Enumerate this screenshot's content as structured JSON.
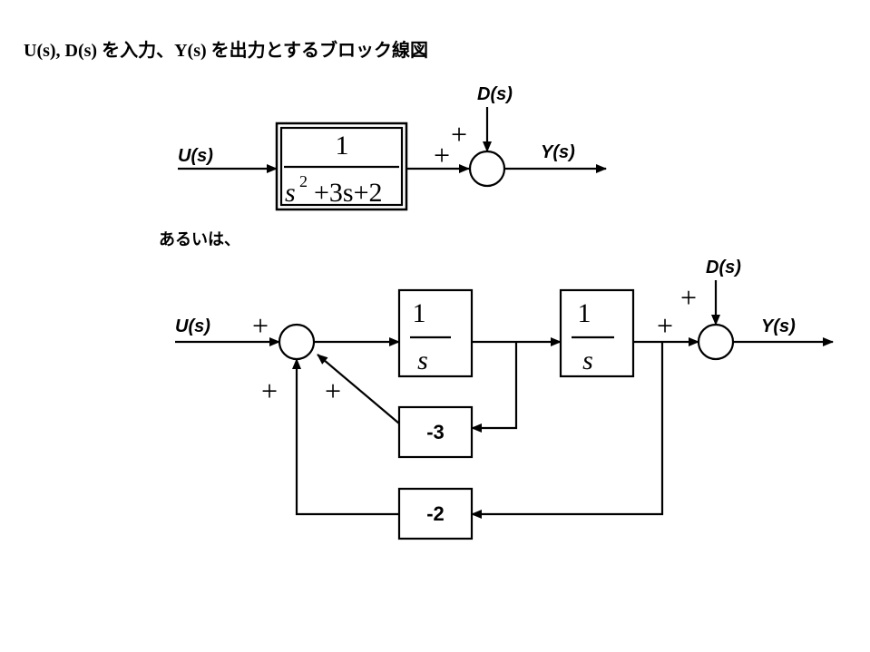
{
  "title": "U(s), D(s) を入力、Y(s) を出力とするブロック線図",
  "or_text": "あるいは、",
  "top": {
    "input_label": "U(s)",
    "disturbance_label": "D(s)",
    "output_label": "Y(s)",
    "tf_numerator": "1",
    "tf_den_s": "s",
    "tf_den_exp": "2",
    "tf_den_rest": "+3s+2",
    "sum_sign_top": "+",
    "sum_sign_left": "+"
  },
  "bottom": {
    "input_label": "U(s)",
    "disturbance_label": "D(s)",
    "output_label": "Y(s)",
    "integrator1_num": "1",
    "integrator1_den": "s",
    "integrator2_num": "1",
    "integrator2_den": "s",
    "gain1": "-3",
    "gain2": "-2",
    "sum1_sign_input": "+",
    "sum1_sign_bottom": "+",
    "sum1_sign_diag": "+",
    "sum2_sign_left": "+",
    "sum2_sign_top": "+"
  }
}
